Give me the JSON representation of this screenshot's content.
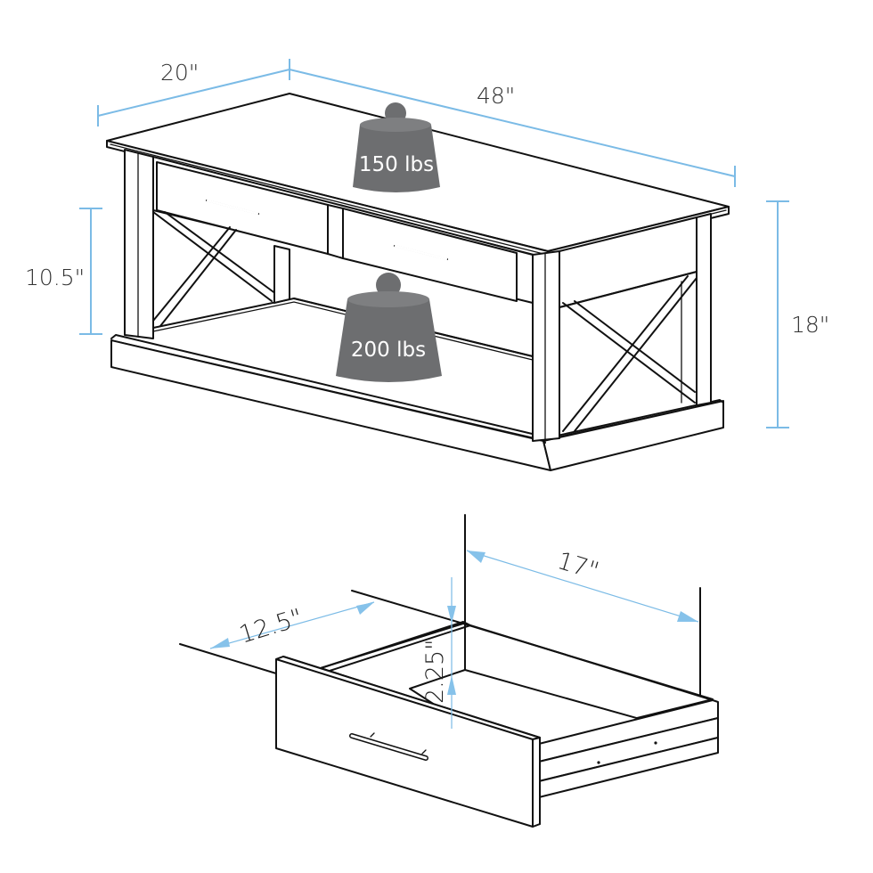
{
  "diagram": {
    "title": "Coffee table dimension and load diagram",
    "colors": {
      "dimension_line": "#7bbbe6",
      "weight_body": "#6d6e70",
      "weight_label": "#ffffff",
      "outline": "#111111",
      "label_text": "#333333"
    },
    "table_dimensions": {
      "depth": "20\"",
      "width": "48\"",
      "height": "18\"",
      "shelf_clearance": "10.5\""
    },
    "weights": {
      "top_capacity": "150 lbs",
      "shelf_capacity": "200 lbs"
    },
    "drawer_dimensions": {
      "depth": "12.5\"",
      "width": "17\"",
      "height": "2.25\""
    }
  }
}
